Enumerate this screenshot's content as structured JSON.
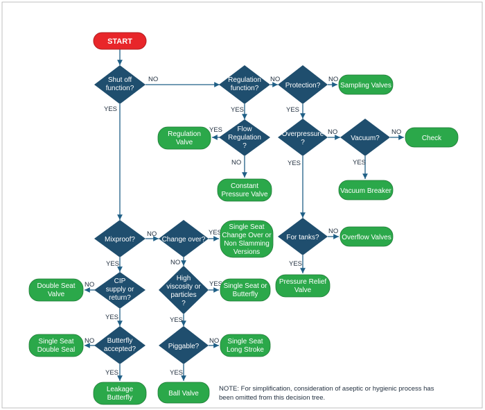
{
  "start": "START",
  "decisions": {
    "shut_off": [
      "Shut off",
      "function?"
    ],
    "regulation": [
      "Regulation",
      "function?"
    ],
    "protection": [
      "Protection?"
    ],
    "flow_regulation": [
      "Flow",
      "Regulation",
      "?"
    ],
    "overpressure": [
      "Overpressure",
      "?"
    ],
    "vacuum": [
      "Vacuum?"
    ],
    "mixproof": [
      "Mixproof?"
    ],
    "change_over": [
      "Change over?"
    ],
    "for_tanks": [
      "For tanks?"
    ],
    "cip": [
      "CIP",
      "supply or",
      "return?"
    ],
    "high_viscosity": [
      "High",
      "viscosity or",
      "particles",
      "?"
    ],
    "butterfly_accepted": [
      "Butterfly",
      "accepted?"
    ],
    "piggable": [
      "Piggable?"
    ]
  },
  "outcomes": {
    "sampling_valves": [
      "Sampling Valves"
    ],
    "regulation_valve": [
      "Regulation",
      "Valve"
    ],
    "check": [
      "Check"
    ],
    "constant_pressure_valve": [
      "Constant",
      "Pressure Valve"
    ],
    "vacuum_breaker": [
      "Vacuum Breaker"
    ],
    "single_seat_change_over": [
      "Single Seat",
      "Change Over or",
      "Non Slamming",
      "Versions"
    ],
    "overflow_valves": [
      "Overflow Valves"
    ],
    "double_seat_valve": [
      "Double Seat",
      "Valve"
    ],
    "single_seat_or_butterfly": [
      "Single Seat or",
      "Butterfly"
    ],
    "pressure_relief_valve": [
      "Pressure Relief",
      "Valve"
    ],
    "single_seat_double_seal": [
      "Single Seat",
      "Double Seal"
    ],
    "single_seat_long_stroke": [
      "Single Seat",
      "Long Stroke"
    ],
    "leakage_butterfly": [
      "Leakage",
      "Butterfly"
    ],
    "ball_valve": [
      "Ball Valve"
    ]
  },
  "labels": {
    "yes": "YES",
    "no": "NO"
  },
  "note": [
    "NOTE: For simplification, consideration of aseptic or hygienic process has",
    "been omitted from this decision tree."
  ],
  "colors": {
    "diamond": "#1f4e6e",
    "outcome": "#2ba84a",
    "start": "#e8262a",
    "connector": "#1f5f86"
  }
}
